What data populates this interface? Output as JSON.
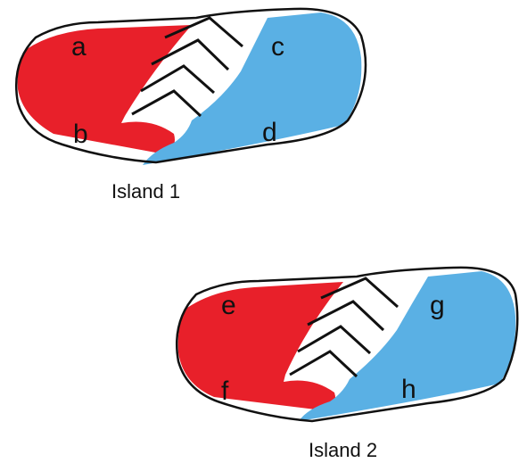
{
  "colors": {
    "background": "#ffffff",
    "left_region": "#e8202a",
    "right_region": "#5ab0e4",
    "outline": "#111111",
    "mountain": "#111111"
  },
  "islands": [
    {
      "title": "Island 1",
      "labels": {
        "top_left": "a",
        "bottom_left": "b",
        "top_right": "c",
        "bottom_right": "d"
      }
    },
    {
      "title": "Island 2",
      "labels": {
        "top_left": "e",
        "bottom_left": "f",
        "top_right": "g",
        "bottom_right": "h"
      }
    }
  ]
}
